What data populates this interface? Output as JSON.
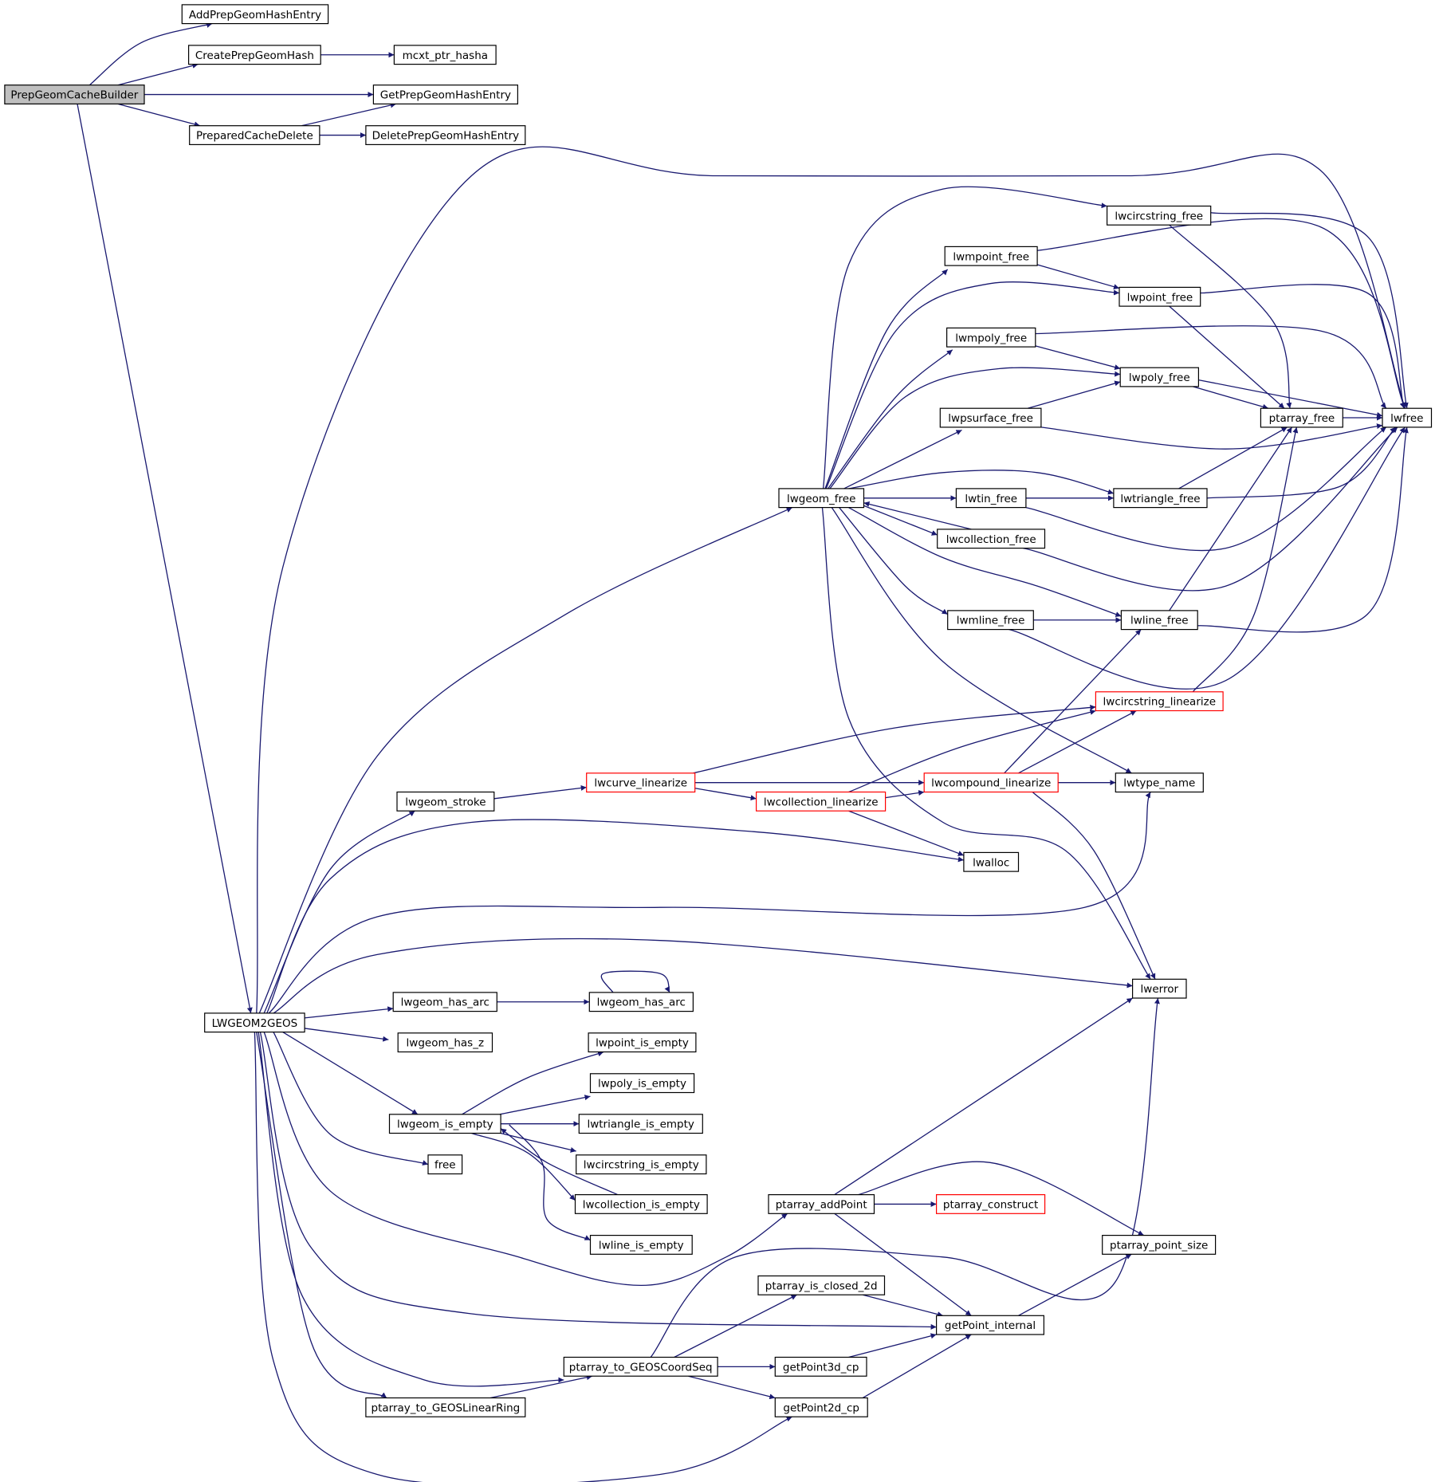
{
  "graph": {
    "root": "PrepGeomCacheBuilder",
    "nodes": [
      {
        "id": "PrepGeomCacheBuilder",
        "label": "PrepGeomCacheBuilder",
        "root": true
      },
      {
        "id": "AddPrepGeomHashEntry",
        "label": "AddPrepGeomHashEntry"
      },
      {
        "id": "CreatePrepGeomHash",
        "label": "CreatePrepGeomHash"
      },
      {
        "id": "mcxt_ptr_hasha",
        "label": "mcxt_ptr_hasha"
      },
      {
        "id": "GetPrepGeomHashEntry",
        "label": "GetPrepGeomHashEntry"
      },
      {
        "id": "PreparedCacheDelete",
        "label": "PreparedCacheDelete"
      },
      {
        "id": "DeletePrepGeomHashEntry",
        "label": "DeletePrepGeomHashEntry"
      },
      {
        "id": "lwcircstring_free",
        "label": "lwcircstring_free"
      },
      {
        "id": "lwmpoint_free",
        "label": "lwmpoint_free"
      },
      {
        "id": "lwpoint_free",
        "label": "lwpoint_free"
      },
      {
        "id": "lwmpoly_free",
        "label": "lwmpoly_free"
      },
      {
        "id": "lwpoly_free",
        "label": "lwpoly_free"
      },
      {
        "id": "lwpsurface_free",
        "label": "lwpsurface_free"
      },
      {
        "id": "ptarray_free",
        "label": "ptarray_free"
      },
      {
        "id": "lwfree",
        "label": "lwfree"
      },
      {
        "id": "lwgeom_free",
        "label": "lwgeom_free"
      },
      {
        "id": "lwtin_free",
        "label": "lwtin_free"
      },
      {
        "id": "lwtriangle_free",
        "label": "lwtriangle_free"
      },
      {
        "id": "lwcollection_free",
        "label": "lwcollection_free"
      },
      {
        "id": "lwmline_free",
        "label": "lwmline_free"
      },
      {
        "id": "lwline_free",
        "label": "lwline_free"
      },
      {
        "id": "lwcircstring_linearize",
        "label": "lwcircstring_linearize",
        "truncated": true
      },
      {
        "id": "lwcurve_linearize",
        "label": "lwcurve_linearize",
        "truncated": true
      },
      {
        "id": "lwcompound_linearize",
        "label": "lwcompound_linearize",
        "truncated": true
      },
      {
        "id": "lwtype_name",
        "label": "lwtype_name"
      },
      {
        "id": "lwgeom_stroke",
        "label": "lwgeom_stroke"
      },
      {
        "id": "lwcollection_linearize",
        "label": "lwcollection_linearize",
        "truncated": true
      },
      {
        "id": "lwalloc",
        "label": "lwalloc"
      },
      {
        "id": "lwerror",
        "label": "lwerror"
      },
      {
        "id": "LWGEOM2GEOS",
        "label": "LWGEOM2GEOS"
      },
      {
        "id": "lwgeom_has_arc",
        "label": "lwgeom_has_arc"
      },
      {
        "id": "lwgeom_has_arc_2",
        "label": "lwgeom_has_arc"
      },
      {
        "id": "lwgeom_has_z",
        "label": "lwgeom_has_z"
      },
      {
        "id": "lwpoint_is_empty",
        "label": "lwpoint_is_empty"
      },
      {
        "id": "lwpoly_is_empty",
        "label": "lwpoly_is_empty"
      },
      {
        "id": "lwgeom_is_empty",
        "label": "lwgeom_is_empty"
      },
      {
        "id": "lwtriangle_is_empty",
        "label": "lwtriangle_is_empty"
      },
      {
        "id": "free",
        "label": "free"
      },
      {
        "id": "lwcircstring_is_empty",
        "label": "lwcircstring_is_empty"
      },
      {
        "id": "ptarray_addPoint",
        "label": "ptarray_addPoint"
      },
      {
        "id": "ptarray_construct",
        "label": "ptarray_construct",
        "truncated": true
      },
      {
        "id": "lwcollection_is_empty",
        "label": "lwcollection_is_empty"
      },
      {
        "id": "lwline_is_empty",
        "label": "lwline_is_empty"
      },
      {
        "id": "ptarray_point_size",
        "label": "ptarray_point_size"
      },
      {
        "id": "ptarray_is_closed_2d",
        "label": "ptarray_is_closed_2d"
      },
      {
        "id": "getPoint_internal",
        "label": "getPoint_internal"
      },
      {
        "id": "ptarray_to_GEOSCoordSeq",
        "label": "ptarray_to_GEOSCoordSeq"
      },
      {
        "id": "getPoint3d_cp",
        "label": "getPoint3d_cp"
      },
      {
        "id": "ptarray_to_GEOSLinearRing",
        "label": "ptarray_to_GEOSLinearRing"
      },
      {
        "id": "getPoint2d_cp",
        "label": "getPoint2d_cp"
      }
    ],
    "edges": [
      {
        "from": "PrepGeomCacheBuilder",
        "to": "AddPrepGeomHashEntry"
      },
      {
        "from": "PrepGeomCacheBuilder",
        "to": "CreatePrepGeomHash"
      },
      {
        "from": "PrepGeomCacheBuilder",
        "to": "GetPrepGeomHashEntry"
      },
      {
        "from": "PrepGeomCacheBuilder",
        "to": "PreparedCacheDelete"
      },
      {
        "from": "PrepGeomCacheBuilder",
        "to": "LWGEOM2GEOS"
      },
      {
        "from": "CreatePrepGeomHash",
        "to": "mcxt_ptr_hasha"
      },
      {
        "from": "PreparedCacheDelete",
        "to": "GetPrepGeomHashEntry"
      },
      {
        "from": "PreparedCacheDelete",
        "to": "DeletePrepGeomHashEntry"
      },
      {
        "from": "lwcircstring_free",
        "to": "lwfree"
      },
      {
        "from": "lwcircstring_free",
        "to": "ptarray_free"
      },
      {
        "from": "lwmpoint_free",
        "to": "lwfree"
      },
      {
        "from": "lwmpoint_free",
        "to": "lwpoint_free"
      },
      {
        "from": "lwpoint_free",
        "to": "lwfree"
      },
      {
        "from": "lwpoint_free",
        "to": "ptarray_free"
      },
      {
        "from": "lwmpoly_free",
        "to": "lwfree"
      },
      {
        "from": "lwmpoly_free",
        "to": "lwpoly_free"
      },
      {
        "from": "lwpoly_free",
        "to": "lwfree"
      },
      {
        "from": "lwpoly_free",
        "to": "ptarray_free"
      },
      {
        "from": "lwpsurface_free",
        "to": "lwpoly_free"
      },
      {
        "from": "lwpsurface_free",
        "to": "lwfree"
      },
      {
        "from": "ptarray_free",
        "to": "lwfree"
      },
      {
        "from": "lwgeom_free",
        "to": "lwcircstring_free"
      },
      {
        "from": "lwgeom_free",
        "to": "lwmpoint_free"
      },
      {
        "from": "lwgeom_free",
        "to": "lwpoint_free"
      },
      {
        "from": "lwgeom_free",
        "to": "lwmpoly_free"
      },
      {
        "from": "lwgeom_free",
        "to": "lwpoly_free"
      },
      {
        "from": "lwgeom_free",
        "to": "lwpsurface_free"
      },
      {
        "from": "lwgeom_free",
        "to": "lwtriangle_free"
      },
      {
        "from": "lwgeom_free",
        "to": "lwtin_free"
      },
      {
        "from": "lwgeom_free",
        "to": "lwcollection_free"
      },
      {
        "from": "lwgeom_free",
        "to": "lwline_free"
      },
      {
        "from": "lwgeom_free",
        "to": "lwmline_free"
      },
      {
        "from": "lwgeom_free",
        "to": "lwtype_name"
      },
      {
        "from": "lwgeom_free",
        "to": "lwerror"
      },
      {
        "from": "lwtin_free",
        "to": "lwtriangle_free"
      },
      {
        "from": "lwtin_free",
        "to": "lwfree"
      },
      {
        "from": "lwtriangle_free",
        "to": "ptarray_free"
      },
      {
        "from": "lwtriangle_free",
        "to": "lwfree"
      },
      {
        "from": "lwcollection_free",
        "to": "lwgeom_free"
      },
      {
        "from": "lwcollection_free",
        "to": "lwfree"
      },
      {
        "from": "lwmline_free",
        "to": "lwline_free"
      },
      {
        "from": "lwmline_free",
        "to": "lwfree"
      },
      {
        "from": "lwline_free",
        "to": "ptarray_free"
      },
      {
        "from": "lwline_free",
        "to": "lwfree"
      },
      {
        "from": "lwcircstring_linearize",
        "to": "ptarray_free"
      },
      {
        "from": "lwcurve_linearize",
        "to": "lwcircstring_linearize"
      },
      {
        "from": "lwcurve_linearize",
        "to": "lwcompound_linearize"
      },
      {
        "from": "lwcurve_linearize",
        "to": "lwcollection_linearize"
      },
      {
        "from": "lwcompound_linearize",
        "to": "lwline_free"
      },
      {
        "from": "lwcompound_linearize",
        "to": "lwcircstring_linearize"
      },
      {
        "from": "lwcompound_linearize",
        "to": "lwtype_name"
      },
      {
        "from": "lwcompound_linearize",
        "to": "lwerror"
      },
      {
        "from": "lwcollection_linearize",
        "to": "lwcircstring_linearize"
      },
      {
        "from": "lwcollection_linearize",
        "to": "lwcompound_linearize"
      },
      {
        "from": "lwcollection_linearize",
        "to": "lwalloc"
      },
      {
        "from": "lwgeom_stroke",
        "to": "lwcurve_linearize"
      },
      {
        "from": "LWGEOM2GEOS",
        "to": "lwfree"
      },
      {
        "from": "LWGEOM2GEOS",
        "to": "lwgeom_free"
      },
      {
        "from": "LWGEOM2GEOS",
        "to": "lwgeom_stroke"
      },
      {
        "from": "LWGEOM2GEOS",
        "to": "lwalloc"
      },
      {
        "from": "LWGEOM2GEOS",
        "to": "lwtype_name"
      },
      {
        "from": "LWGEOM2GEOS",
        "to": "lwerror"
      },
      {
        "from": "LWGEOM2GEOS",
        "to": "lwgeom_has_arc"
      },
      {
        "from": "LWGEOM2GEOS",
        "to": "lwgeom_has_z"
      },
      {
        "from": "LWGEOM2GEOS",
        "to": "lwgeom_is_empty"
      },
      {
        "from": "LWGEOM2GEOS",
        "to": "free"
      },
      {
        "from": "LWGEOM2GEOS",
        "to": "ptarray_addPoint"
      },
      {
        "from": "LWGEOM2GEOS",
        "to": "getPoint_internal"
      },
      {
        "from": "LWGEOM2GEOS",
        "to": "ptarray_to_GEOSCoordSeq"
      },
      {
        "from": "LWGEOM2GEOS",
        "to": "ptarray_to_GEOSLinearRing"
      },
      {
        "from": "LWGEOM2GEOS",
        "to": "getPoint2d_cp"
      },
      {
        "from": "lwgeom_has_arc",
        "to": "lwgeom_has_arc_2"
      },
      {
        "from": "lwgeom_has_arc_2",
        "to": "lwgeom_has_arc_2"
      },
      {
        "from": "lwgeom_is_empty",
        "to": "lwpoint_is_empty"
      },
      {
        "from": "lwgeom_is_empty",
        "to": "lwpoly_is_empty"
      },
      {
        "from": "lwgeom_is_empty",
        "to": "lwtriangle_is_empty"
      },
      {
        "from": "lwgeom_is_empty",
        "to": "lwcircstring_is_empty"
      },
      {
        "from": "lwgeom_is_empty",
        "to": "lwcollection_is_empty"
      },
      {
        "from": "lwgeom_is_empty",
        "to": "lwline_is_empty"
      },
      {
        "from": "lwcollection_is_empty",
        "to": "lwgeom_is_empty"
      },
      {
        "from": "ptarray_addPoint",
        "to": "lwerror"
      },
      {
        "from": "ptarray_addPoint",
        "to": "ptarray_construct"
      },
      {
        "from": "ptarray_addPoint",
        "to": "ptarray_point_size"
      },
      {
        "from": "ptarray_addPoint",
        "to": "getPoint_internal"
      },
      {
        "from": "ptarray_is_closed_2d",
        "to": "getPoint_internal"
      },
      {
        "from": "getPoint_internal",
        "to": "ptarray_point_size"
      },
      {
        "from": "ptarray_to_GEOSCoordSeq",
        "to": "ptarray_is_closed_2d"
      },
      {
        "from": "ptarray_to_GEOSCoordSeq",
        "to": "getPoint3d_cp"
      },
      {
        "from": "ptarray_to_GEOSCoordSeq",
        "to": "getPoint2d_cp"
      },
      {
        "from": "ptarray_to_GEOSCoordSeq",
        "to": "lwerror"
      },
      {
        "from": "getPoint3d_cp",
        "to": "getPoint_internal"
      },
      {
        "from": "getPoint2d_cp",
        "to": "getPoint_internal"
      },
      {
        "from": "ptarray_to_GEOSLinearRing",
        "to": "ptarray_to_GEOSCoordSeq"
      }
    ]
  },
  "colors": {
    "edge": "#191970",
    "node_border": "#000000",
    "truncated_border": "#ff0000",
    "root_fill": "#bfbfbf",
    "node_fill": "#ffffff"
  }
}
